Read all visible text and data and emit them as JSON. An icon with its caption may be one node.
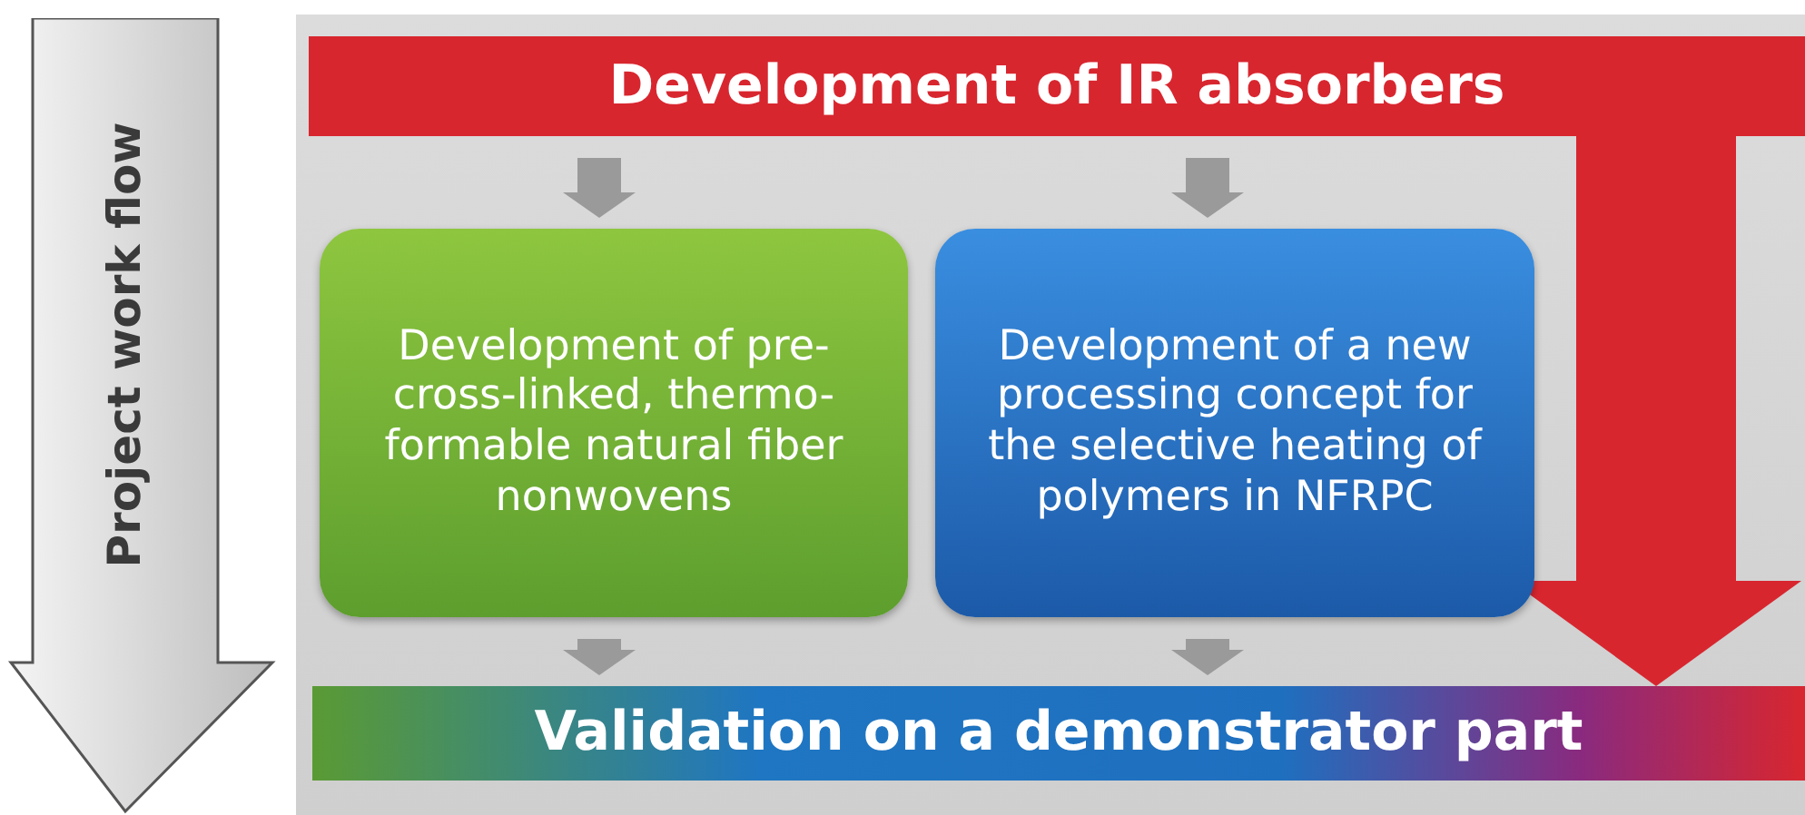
{
  "diagram": {
    "nodes": [
      {
        "text": [
          "Project work flow"
        ]
      },
      {
        "text": [
          "Development of IR absorbers"
        ]
      },
      {
        "text": [
          "Development of pre-cross-linked, thermo-formable natural fiber nonwovens"
        ]
      },
      {
        "text": [
          "Development of  a new processing concept for the selective heating of polymers in NFRPC"
        ]
      },
      {
        "text": [
          "Validation on a demonstrator part"
        ]
      }
    ],
    "edges": [
      {
        "from": 1,
        "to": 2,
        "arrow": "to"
      },
      {
        "from": 1,
        "to": 3,
        "arrow": "to"
      },
      {
        "from": 1,
        "to": 4,
        "arrow": "to",
        "style": "thick",
        "color": "#d8262f"
      },
      {
        "from": 2,
        "to": 4,
        "arrow": "to"
      },
      {
        "from": 3,
        "to": 4,
        "arrow": "to"
      }
    ]
  }
}
